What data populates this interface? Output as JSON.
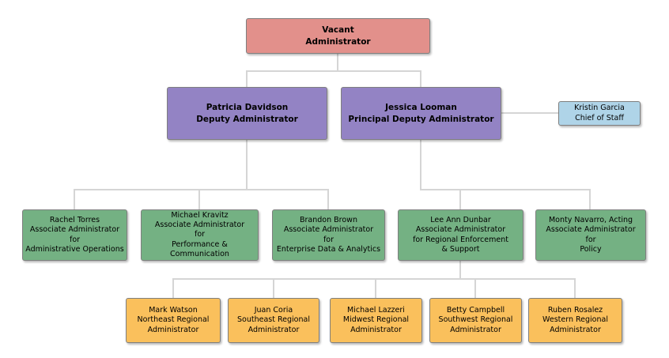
{
  "org_chart": {
    "palette": {
      "administrator_fill": "#e2908b",
      "deputy_fill": "#9383c4",
      "chief_of_staff_fill": "#afd4e8",
      "associate_fill": "#74b183",
      "regional_fill": "#fac05c",
      "box_border": "#7f7f7f",
      "connector_line": "#d5d5d5",
      "text": "#000000"
    },
    "nodes": {
      "vacant": {
        "text": "Vacant\nAdministrator"
      },
      "davidson": {
        "text": "Patricia Davidson\nDeputy Administrator"
      },
      "looman": {
        "text": "Jessica Looman\nPrincipal Deputy Administrator"
      },
      "garcia": {
        "text": "Kristin Garcia\nChief of Staff"
      },
      "torres": {
        "text": "Rachel Torres\nAssociate Administrator\nfor\nAdministrative Operations"
      },
      "kravitz": {
        "text": "Michael Kravitz\nAssociate Administrator\nfor\nPerformance & Communication"
      },
      "brown": {
        "text": "Brandon Brown\nAssociate Administrator\nfor\nEnterprise Data & Analytics"
      },
      "dunbar": {
        "text": "Lee Ann Dunbar\nAssociate Administrator\nfor Regional Enforcement\n& Support"
      },
      "navarro": {
        "text": "Monty Navarro, Acting\nAssociate Administrator\nfor\nPolicy"
      },
      "watson": {
        "text": "Mark Watson\nNortheast Regional\nAdministrator"
      },
      "coria": {
        "text": "Juan Coria\nSoutheast Regional\nAdministrator"
      },
      "lazzeri": {
        "text": "Michael Lazzeri\nMidwest Regional\nAdministrator"
      },
      "campbell": {
        "text": "Betty Campbell\nSouthwest Regional\nAdministrator"
      },
      "rosalez": {
        "text": "Ruben Rosalez\nWestern Regional\nAdministrator"
      }
    }
  }
}
